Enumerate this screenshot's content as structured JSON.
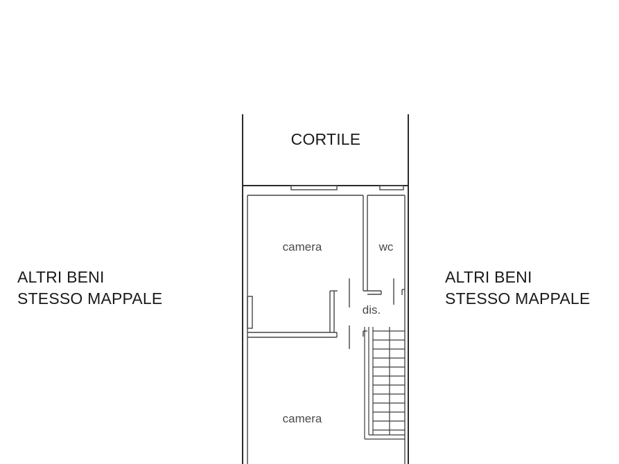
{
  "labels": {
    "courtyard": "CORTILE",
    "left_neighbors_line1": "ALTRI BENI",
    "left_neighbors_line2": "STESSO MAPPALE",
    "right_neighbors_line1": "ALTRI BENI",
    "right_neighbors_line2": "STESSO MAPPALE"
  },
  "rooms": {
    "bedroom_upper": "camera",
    "wc": "wc",
    "hallway": "dis.",
    "bedroom_lower": "camera"
  },
  "colors": {
    "walls": "#2a2a2a",
    "labels": "#1a1a1a",
    "room_labels": "#4a4a4a",
    "background": "#ffffff"
  }
}
